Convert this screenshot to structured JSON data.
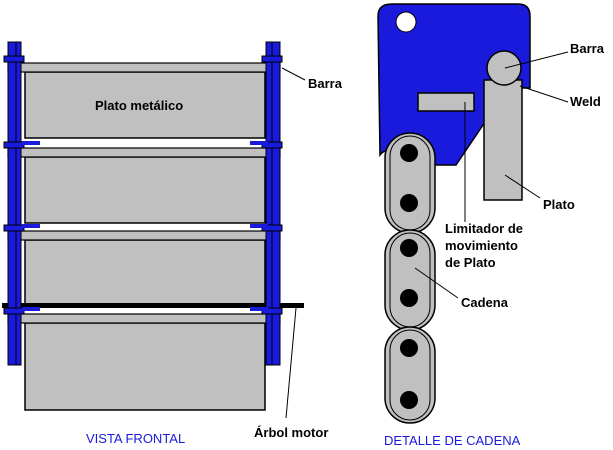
{
  "colors": {
    "frame_blue": "#1a1adc",
    "plate_gray": "#c0c0c0",
    "outline": "#000000",
    "caption_blue": "#1a1adc",
    "background": "#ffffff"
  },
  "front_view": {
    "caption": "VISTA FRONTAL",
    "plate_label": "Plato metálico",
    "bar_label": "Barra",
    "shaft_label": "Árbol motor"
  },
  "chain_detail": {
    "caption": "DETALLE DE CADENA",
    "bar_label": "Barra",
    "weld_label": "Weld",
    "plate_label": "Plato",
    "limiter_label_lines": [
      "Limitador de",
      "movimiento",
      "de Plato"
    ],
    "chain_label": "Cadena"
  }
}
